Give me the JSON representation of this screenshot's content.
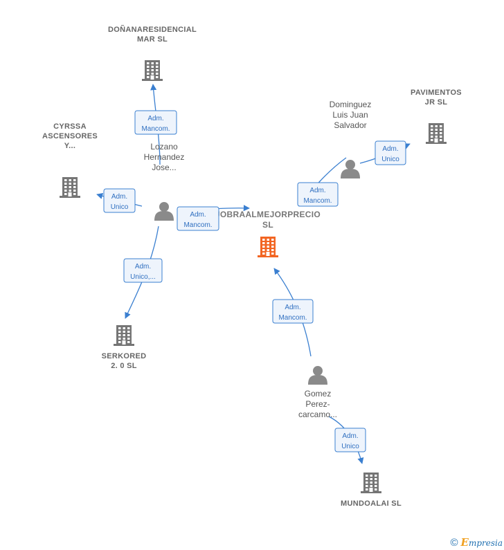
{
  "colors": {
    "company": "#757575",
    "company_main": "#f26522",
    "person": "#8a8a8a",
    "edge": "#3a7fd0",
    "rel_bg": "#eef4fc"
  },
  "nodes": [
    {
      "id": "main",
      "type": "company",
      "main": true,
      "lines": [
        "JOBRAALMEJORPRECIO",
        "SL"
      ],
      "icon": "building-icon"
    },
    {
      "id": "donana",
      "type": "company",
      "lines": [
        "DOÑANARESIDENCIAL",
        "MAR  SL"
      ],
      "icon": "building-icon"
    },
    {
      "id": "cyrssa",
      "type": "company",
      "lines": [
        "CYRSSA",
        "ASCENSORES",
        "Y..."
      ],
      "icon": "building-icon"
    },
    {
      "id": "serkored",
      "type": "company",
      "lines": [
        "SERKORED",
        "2. 0  SL"
      ],
      "icon": "building-icon"
    },
    {
      "id": "pavimentos",
      "type": "company",
      "lines": [
        "PAVIMENTOS",
        "JR SL"
      ],
      "icon": "building-icon"
    },
    {
      "id": "mundoalai",
      "type": "company",
      "lines": [
        "MUNDOALAI SL"
      ],
      "icon": "building-icon"
    },
    {
      "id": "lozano",
      "type": "person",
      "lines": [
        "Lozano",
        "Hernandez",
        "Jose..."
      ],
      "icon": "person-icon"
    },
    {
      "id": "dominguez",
      "type": "person",
      "lines": [
        "Dominguez",
        "Luis Juan",
        "Salvador"
      ],
      "icon": "person-icon"
    },
    {
      "id": "gomez",
      "type": "person",
      "lines": [
        "Gomez",
        "Perez-",
        "carcamo..."
      ],
      "icon": "person-icon"
    }
  ],
  "edges": [
    {
      "from": "lozano",
      "to": "donana",
      "label": [
        "Adm.",
        "Mancom."
      ]
    },
    {
      "from": "lozano",
      "to": "cyrssa",
      "label": [
        "Adm.",
        "Unico"
      ]
    },
    {
      "from": "lozano",
      "to": "main",
      "label": [
        "Adm.",
        "Mancom."
      ]
    },
    {
      "from": "lozano",
      "to": "serkored",
      "label": [
        "Adm.",
        "Unico,..."
      ]
    },
    {
      "from": "dominguez",
      "to": "main",
      "label": [
        "Adm.",
        "Mancom."
      ]
    },
    {
      "from": "dominguez",
      "to": "pavimentos",
      "label": [
        "Adm.",
        "Unico"
      ]
    },
    {
      "from": "gomez",
      "to": "main",
      "label": [
        "Adm.",
        "Mancom."
      ]
    },
    {
      "from": "gomez",
      "to": "mundoalai",
      "label": [
        "Adm.",
        "Unico"
      ]
    }
  ],
  "footer": {
    "copyright": "©",
    "brand_initial": "E",
    "brand_rest": "mpresia"
  }
}
